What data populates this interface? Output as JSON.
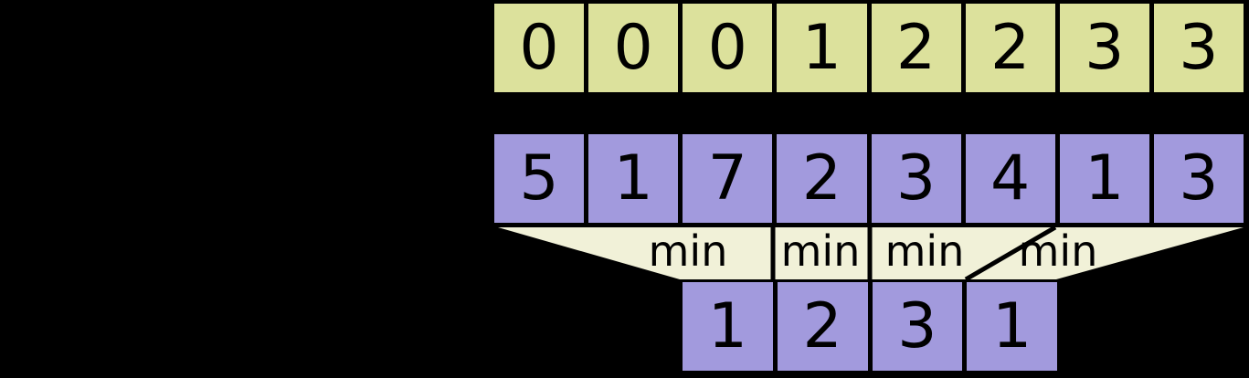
{
  "diagram": {
    "block_index_row": {
      "cells": [
        "0",
        "0",
        "0",
        "1",
        "2",
        "2",
        "3",
        "3"
      ]
    },
    "array_row": {
      "cells": [
        "5",
        "1",
        "7",
        "2",
        "3",
        "4",
        "1",
        "3"
      ]
    },
    "min_labels": [
      "min",
      "min",
      "min",
      "min"
    ],
    "result_row": {
      "cells": [
        "1",
        "2",
        "3",
        "1"
      ]
    },
    "colors": {
      "background": "#000000",
      "block_index_fill": "#dce19c",
      "array_fill": "#a29add",
      "funnel_fill": "#f1f1d8",
      "divider_line": "#000000",
      "text": "#000000"
    }
  }
}
